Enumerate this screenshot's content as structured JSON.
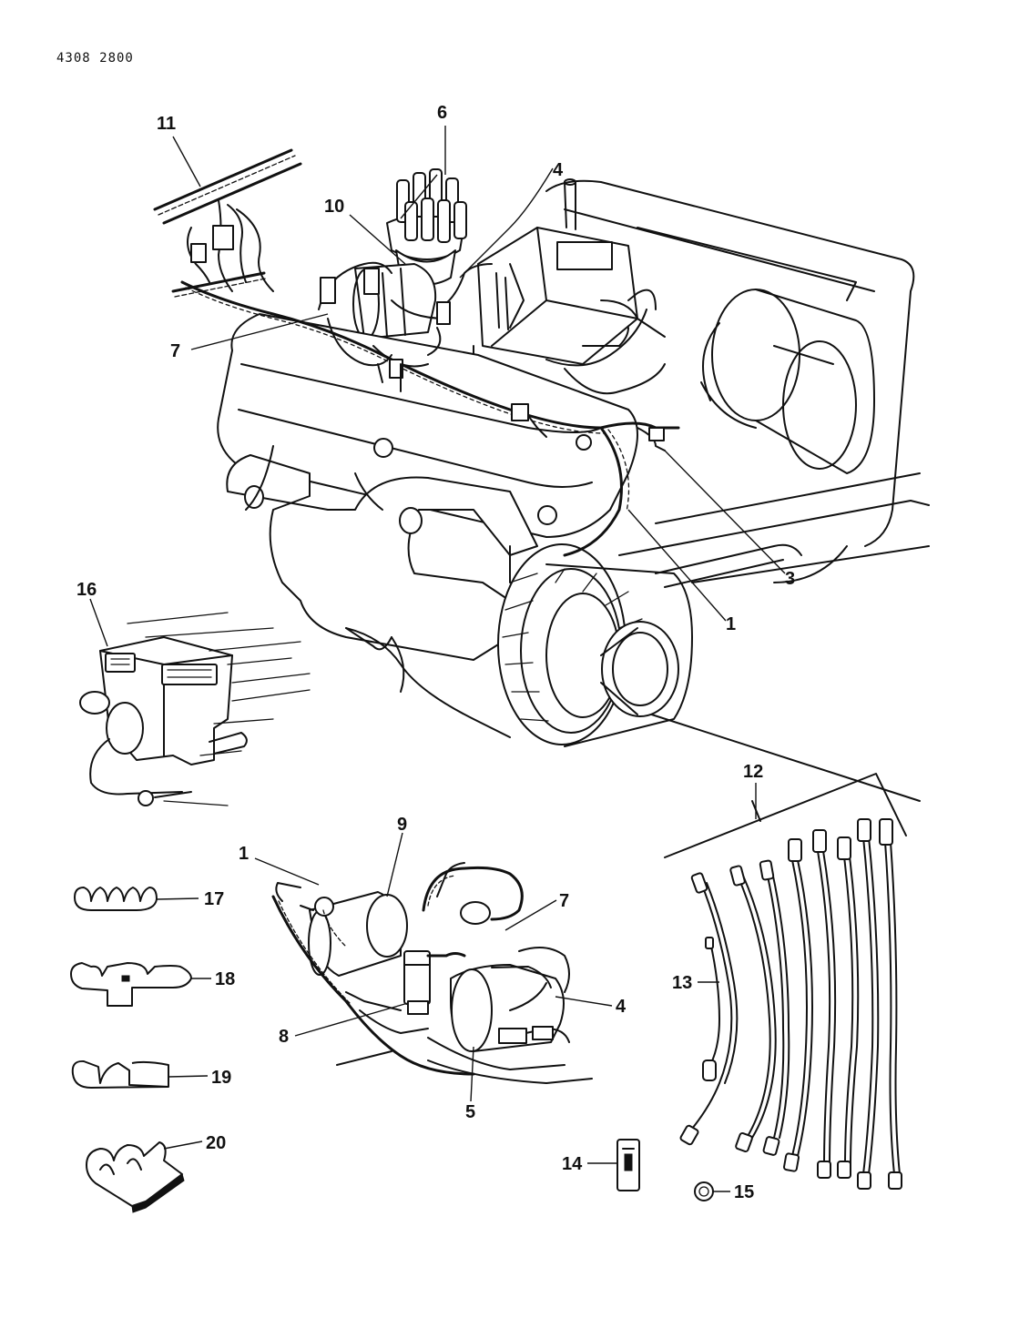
{
  "document": {
    "code": "4308 2800"
  },
  "callouts": {
    "c1": "1",
    "c1b": "1",
    "c3": "3",
    "c4": "4",
    "c4b": "4",
    "c5": "5",
    "c6": "6",
    "c7": "7",
    "c7b": "7",
    "c8": "8",
    "c9": "9",
    "c10": "10",
    "c11": "11",
    "c12": "12",
    "c13": "13",
    "c14": "14",
    "c15": "15",
    "c16": "16",
    "c17": "17",
    "c18": "18",
    "c19": "19",
    "c20": "20"
  }
}
